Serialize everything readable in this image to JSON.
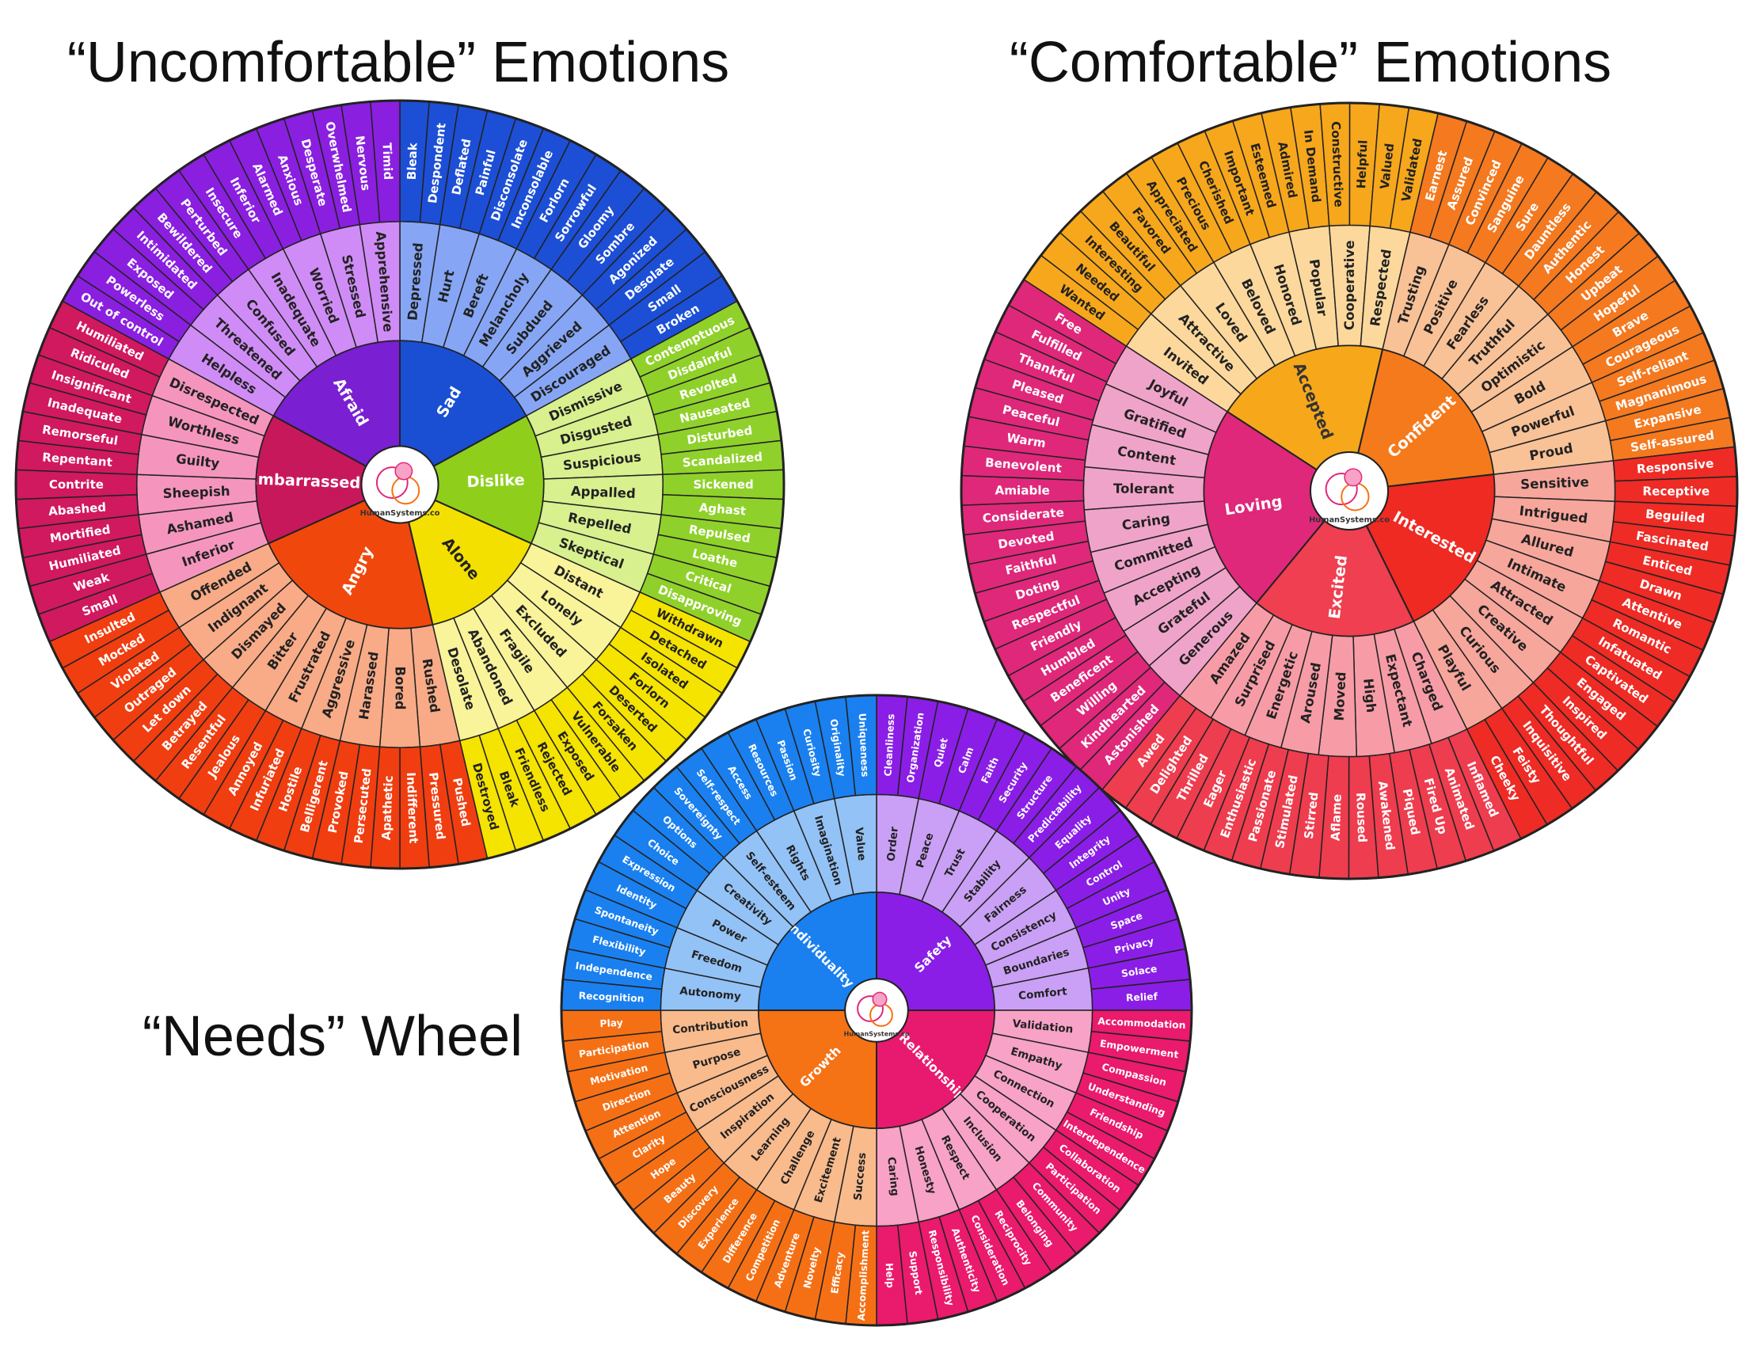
{
  "titles": {
    "uncomfortable": "“Uncomfortable” Emotions",
    "comfortable": "“Comfortable” Emotions",
    "needs": "“Needs” Wheel"
  },
  "logo_text": "HumanSystems.co",
  "wheels": [
    {
      "id": "uncomfortable",
      "sectors": [
        {
          "name": "Sad",
          "center": "#1a4fd4",
          "mid": "#86a6f5",
          "outer": "#1c4fd6",
          "centerText": "#fff",
          "mid_items": [
            "Depressed",
            "Hurt",
            "Bereft",
            "Melancholy",
            "Subdued",
            "Aggrieved",
            "Discouraged"
          ],
          "outer_items": [
            "Bleak",
            "Despondent",
            "Deflated",
            "Painful",
            "Disconsolate",
            "Inconsolable",
            "Forlorn",
            "Sorrowful",
            "Gloomy",
            "Sombre",
            "Agonized",
            "Desolate",
            "Small",
            "Broken"
          ]
        },
        {
          "name": "Dislike",
          "center": "#8fcf1c",
          "mid": "#d8f08e",
          "outer": "#8fd12a",
          "centerText": "#fff",
          "mid_items": [
            "Dismissive",
            "Disgusted",
            "Suspicious",
            "Appalled",
            "Repelled",
            "Skeptical"
          ],
          "outer_items": [
            "Contemptuous",
            "Disdainful",
            "Revolted",
            "Nauseated",
            "Disturbed",
            "Scandalized",
            "Sickened",
            "Aghast",
            "Repulsed",
            "Loathe",
            "Critical",
            "Disapproving"
          ]
        },
        {
          "name": "Alone",
          "center": "#f4e000",
          "mid": "#f9f39a",
          "outer": "#f5e300",
          "centerText": "#222",
          "outerText": "#222",
          "mid_items": [
            "Distant",
            "Lonely",
            "Excluded",
            "Fragile",
            "Abandoned",
            "Desolate"
          ],
          "outer_items": [
            "Withdrawn",
            "Detached",
            "Isolated",
            "Forlorn",
            "Deserted",
            "Forsaken",
            "Vulnerable",
            "Exposed",
            "Rejected",
            "Friendless",
            "Bleak",
            "Destroyed"
          ]
        },
        {
          "name": "Angry",
          "center": "#f0480c",
          "mid": "#f8ab86",
          "outer": "#f03e10",
          "centerText": "#fff",
          "mid_items": [
            "Rushed",
            "Bored",
            "Harassed",
            "Aggressive",
            "Frustrated",
            "Bitter",
            "Dismayed",
            "Indignant",
            "Offended"
          ],
          "outer_items": [
            "Pushed",
            "Pressured",
            "Indifferent",
            "Apathetic",
            "Persecuted",
            "Provoked",
            "Belligerent",
            "Hostile",
            "Infuriated",
            "Annoyed",
            "Jealous",
            "Resentful",
            "Betrayed",
            "Let down",
            "Outraged",
            "Violated",
            "Mocked",
            "Insulted"
          ]
        },
        {
          "name": "Embarrassed",
          "center": "#c8185c",
          "mid": "#f595bd",
          "outer": "#d0195e",
          "centerText": "#fff",
          "mid_items": [
            "Inferior",
            "Ashamed",
            "Sheepish",
            "Guilty",
            "Worthless",
            "Disrespected"
          ],
          "outer_items": [
            "Small",
            "Weak",
            "Humiliated",
            "Mortified",
            "Abashed",
            "Contrite",
            "Repentant",
            "Remorseful",
            "Inadequate",
            "Insignificant",
            "Ridiculed",
            "Humiliated"
          ]
        },
        {
          "name": "Afraid",
          "center": "#7a1fd2",
          "mid": "#d08cf6",
          "outer": "#8a1fe0",
          "centerText": "#fff",
          "mid_items": [
            "Helpless",
            "Threatened",
            "Confused",
            "Inadequate",
            "Worried",
            "Stressed",
            "Apprehensive"
          ],
          "outer_items": [
            "Out of control",
            "Powerless",
            "Exposed",
            "Intimidated",
            "Bewildered",
            "Perturbed",
            "Insecure",
            "Inferior",
            "Alarmed",
            "Anxious",
            "Desperate",
            "Overwhelmed",
            "Nervous",
            "Timid"
          ]
        }
      ]
    },
    {
      "id": "comfortable",
      "sectors": [
        {
          "name": "Accepted",
          "center": "#f6a81a",
          "mid": "#fcd89c",
          "outer": "#f7a71b",
          "centerText": "#333",
          "outerText": "#222",
          "mid_items": [
            "Invited",
            "Attractive",
            "Loved",
            "Beloved",
            "Honored",
            "Popular",
            "Cooperative",
            "Respected"
          ],
          "outer_items": [
            "Wanted",
            "Needed",
            "Interesting",
            "Beautiful",
            "Favored",
            "Appreciated",
            "Precious",
            "Cherished",
            "Important",
            "Esteemed",
            "Admired",
            "In Demand",
            "Constructive",
            "Helpful",
            "Valued",
            "Validated"
          ]
        },
        {
          "name": "Confident",
          "center": "#f57a1c",
          "mid": "#f9c196",
          "outer": "#f4791f",
          "centerText": "#fff",
          "mid_items": [
            "Trusting",
            "Positive",
            "Fearless",
            "Truthful",
            "Optimistic",
            "Bold",
            "Powerful",
            "Proud"
          ],
          "outer_items": [
            "Earnest",
            "Assured",
            "Convinced",
            "Sanguine",
            "Sure",
            "Dauntless",
            "Authentic",
            "Honest",
            "Upbeat",
            "Hopeful",
            "Brave",
            "Courageous",
            "Self-reliant",
            "Magnanimous",
            "Expansive",
            "Self-assured"
          ]
        },
        {
          "name": "Interested",
          "center": "#ee2a22",
          "mid": "#f7a69c",
          "outer": "#ee2b25",
          "centerText": "#fff",
          "mid_items": [
            "Sensitive",
            "Intrigued",
            "Allured",
            "Intimate",
            "Attracted",
            "Creative",
            "Curious",
            "Playful"
          ],
          "outer_items": [
            "Responsive",
            "Receptive",
            "Beguiled",
            "Fascinated",
            "Enticed",
            "Drawn",
            "Attentive",
            "Romantic",
            "Infatuated",
            "Captivated",
            "Engaged",
            "Inspired",
            "Thoughtful",
            "Inquisitive",
            "Feisty",
            "Cheeky"
          ]
        },
        {
          "name": "Excited",
          "center": "#ef3f50",
          "mid": "#f79ca6",
          "outer": "#ee3d4e",
          "centerText": "#fff",
          "mid_items": [
            "Charged",
            "Expectant",
            "High",
            "Moved",
            "Aroused",
            "Energetic",
            "Surprised",
            "Amazed"
          ],
          "outer_items": [
            "Inflamed",
            "Animated",
            "Fired Up",
            "Piqued",
            "Awakened",
            "Roused",
            "Aflame",
            "Stirred",
            "Stimulated",
            "Passionate",
            "Enthusiastic",
            "Eager",
            "Thrilled",
            "Delighted",
            "Awed"
          ]
        },
        {
          "name": "Loving",
          "center": "#e0287a",
          "mid": "#f0a3c9",
          "outer": "#df287a",
          "centerText": "#fff",
          "mid_items": [
            "Generous",
            "Grateful",
            "Accepting",
            "Committed",
            "Caring",
            "Tolerant",
            "Content",
            "Gratified",
            "Joyful"
          ],
          "outer_items": [
            "Astonished",
            "Kindhearted",
            "Willing",
            "Beneficent",
            "Humbled",
            "Friendly",
            "Respectful",
            "Doting",
            "Faithful",
            "Devoted",
            "Considerate",
            "Amiable",
            "Benevolent",
            "Warm",
            "Peaceful",
            "Pleased",
            "Thankful",
            "Fulfilled",
            "Free"
          ]
        }
      ]
    },
    {
      "id": "needs",
      "sectors": [
        {
          "name": "Safety",
          "center": "#8a1ee6",
          "mid": "#caa0f6",
          "outer": "#8a1ee6",
          "centerText": "#fff",
          "mid_items": [
            "Order",
            "Peace",
            "Trust",
            "Stability",
            "Fairness",
            "Consistency",
            "Boundaries",
            "Comfort"
          ],
          "outer_items": [
            "Cleanliness",
            "Organization",
            "Quiet",
            "Calm",
            "Faith",
            "Security",
            "Structure",
            "Predictability",
            "Equality",
            "Integrity",
            "Control",
            "Unity",
            "Space",
            "Privacy",
            "Solace",
            "Relief"
          ]
        },
        {
          "name": "Relationship",
          "center": "#e81a70",
          "mid": "#f7a2c6",
          "outer": "#ea1a6c",
          "centerText": "#fff",
          "mid_items": [
            "Validation",
            "Empathy",
            "Connection",
            "Cooperation",
            "Inclusion",
            "Respect",
            "Honesty",
            "Caring"
          ],
          "outer_items": [
            "Accommodation",
            "Empowerment",
            "Compassion",
            "Understanding",
            "Friendship",
            "Interdependence",
            "Collaboration",
            "Participation",
            "Community",
            "Belonging",
            "Reciprocity",
            "Consideration",
            "Authenticity",
            "Responsibility",
            "Support",
            "Help"
          ]
        },
        {
          "name": "Growth",
          "center": "#f57215",
          "mid": "#f9ba8c",
          "outer": "#f57015",
          "centerText": "#fff",
          "mid_items": [
            "Success",
            "Excitement",
            "Challenge",
            "Learning",
            "Inspiration",
            "Consciousness",
            "Purpose",
            "Contribution"
          ],
          "outer_items": [
            "Accomplishment",
            "Efficacy",
            "Novelty",
            "Adventure",
            "Competition",
            "Difference",
            "Experience",
            "Discovery",
            "Beauty",
            "Hope",
            "Clarity",
            "Attention",
            "Direction",
            "Motivation",
            "Participation",
            "Play"
          ]
        },
        {
          "name": "Individuality",
          "center": "#1a7fef",
          "mid": "#93c2f6",
          "outer": "#1a80ef",
          "centerText": "#fff",
          "mid_items": [
            "Autonomy",
            "Freedom",
            "Power",
            "Creativity",
            "Self-esteem",
            "Rights",
            "Imagination",
            "Value"
          ],
          "outer_items": [
            "Recognition",
            "Independence",
            "Flexibility",
            "Spontaneity",
            "Identity",
            "Expression",
            "Choice",
            "Options",
            "Sovereignty",
            "Self-respect",
            "Access",
            "Resources",
            "Passion",
            "Curiosity",
            "Originality",
            "Uniqueness"
          ]
        }
      ]
    }
  ]
}
